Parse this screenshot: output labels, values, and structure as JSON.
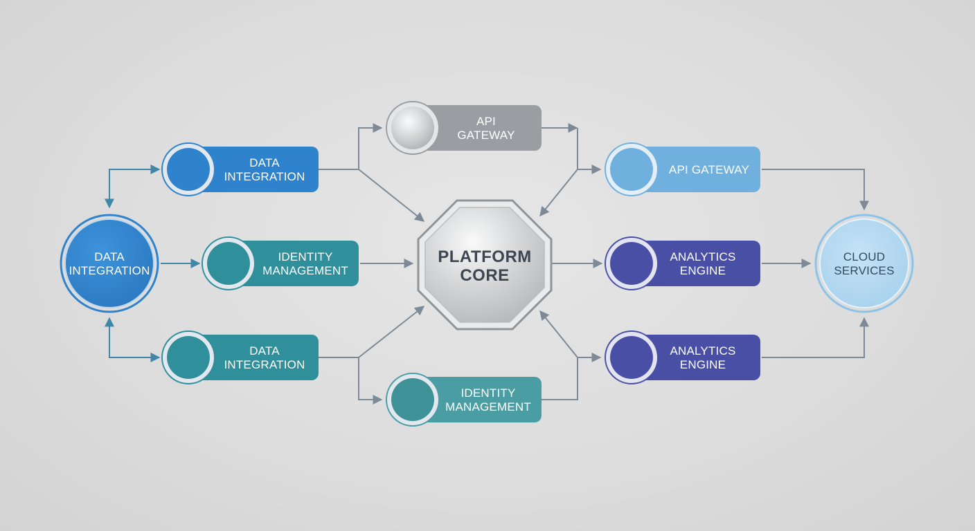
{
  "colors": {
    "blue": "#2f82cc",
    "teal": "#2f8f9a",
    "gray": "#9a9ea3",
    "light_blue": "#6fb0de",
    "indigo": "#4a4fa6",
    "pale_blue": "#aed6f0",
    "connector": "#7d8a96"
  },
  "nodes": {
    "hub_left": {
      "lines": [
        "DATA",
        "INTEGRATION"
      ]
    },
    "data_top": {
      "lines": [
        "DATA",
        "INTEGRATION"
      ]
    },
    "identity_mid": {
      "lines": [
        "IDENTITY",
        "MANAGEMENT"
      ]
    },
    "data_bottom": {
      "lines": [
        "DATA",
        "INTEGRATION"
      ]
    },
    "api_gateway_top": {
      "lines": [
        "API",
        "GATEWAY"
      ]
    },
    "identity_bottom": {
      "lines": [
        "IDENTITY",
        "MANAGEMENT"
      ]
    },
    "core": {
      "lines": [
        "PLATFORM",
        "CORE"
      ]
    },
    "api_gateway_right": {
      "lines": [
        "API GATEWAY"
      ]
    },
    "analytics_mid": {
      "lines": [
        "ANALYTICS",
        "ENGINE"
      ]
    },
    "analytics_bottom": {
      "lines": [
        "ANALYTICS",
        "ENGINE"
      ]
    },
    "cloud": {
      "lines": [
        "CLOUD",
        "SERVICES"
      ]
    }
  }
}
